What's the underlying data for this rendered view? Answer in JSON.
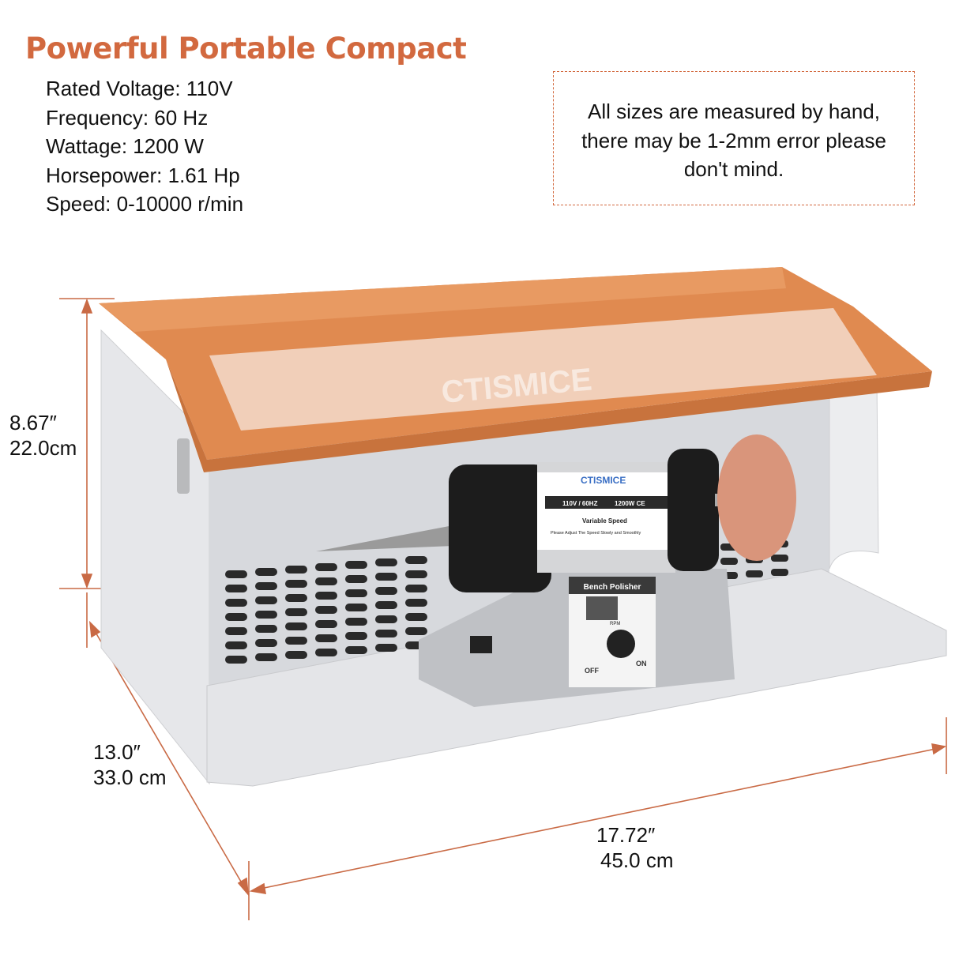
{
  "title": "Powerful Portable Compact",
  "specs": [
    "Rated Voltage: 110V",
    "Frequency: 60 Hz",
    "Wattage: 1200 W",
    "Horsepower: 1.61 Hp",
    "Speed: 0-10000 r/min"
  ],
  "note": {
    "lines": [
      "All sizes are measured by hand,",
      "there may be 1-2mm error please",
      "don't mind."
    ]
  },
  "dimensions": {
    "height": {
      "inch": "8.67″",
      "cm": "22.0cm"
    },
    "depth": {
      "inch": "13.0″",
      "cm": "33.0 cm"
    },
    "width": {
      "inch": "17.72″",
      "cm": "45.0 cm"
    }
  },
  "product": {
    "brand": "CTISMICE",
    "label_rating": "110V / 60HZ",
    "label_watt": "1200W CE",
    "label_variable": "Variable Speed",
    "label_instruction": "Please Adjust The Speed Slowly and Smoothly",
    "panel_title": "Bench Polisher",
    "knob_label": "RPM",
    "off_label": "OFF",
    "on_label": "ON"
  },
  "colors": {
    "accent": "#D2693F",
    "lid": "#E08A50",
    "body": "#E9EAEC",
    "motor": "#1C1C1C"
  }
}
